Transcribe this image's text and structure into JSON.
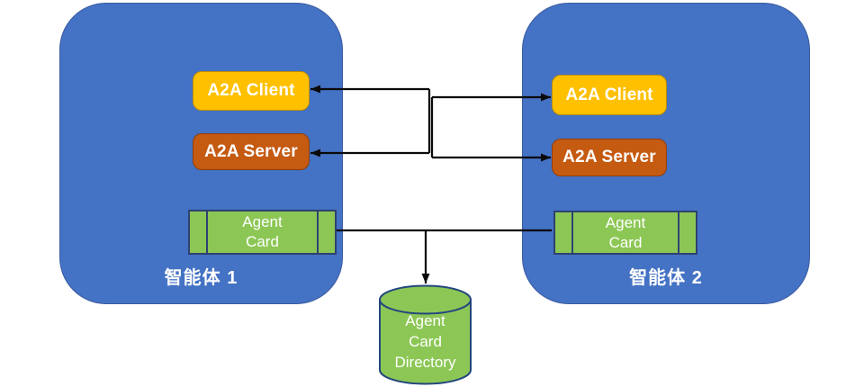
{
  "agents": [
    {
      "label": "智能体 1",
      "client_label": "A2A Client",
      "server_label": "A2A Server",
      "card_label": "Agent\nCard"
    },
    {
      "label": "智能体 2",
      "client_label": "A2A Client",
      "server_label": "A2A Server",
      "card_label": "Agent\nCard"
    }
  ],
  "directory_label": "Agent\nCard\nDirectory",
  "colors": {
    "agent_box_fill": "#4472C4",
    "client_fill": "#FFC000",
    "server_fill": "#C55A11",
    "card_fill": "#8CC755",
    "card_outline": "#2E4172",
    "connector": "#000000",
    "text": "#FFFFFF"
  }
}
